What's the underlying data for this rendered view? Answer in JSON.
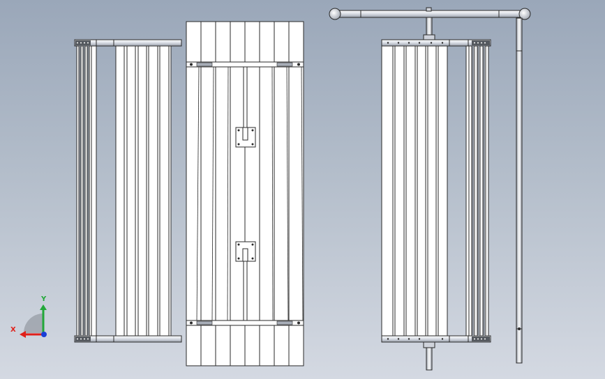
{
  "viewport": {
    "background_top": "#9aa7b9",
    "background_bottom": "#d4d9e2"
  },
  "views": [
    {
      "name": "left-side-view",
      "slat_count": 5,
      "edge_slat_count": 4
    },
    {
      "name": "front-view",
      "slat_count": 8,
      "hinge_plates": 2,
      "crossbars": 2
    },
    {
      "name": "right-view-with-bracket",
      "slat_count": 5,
      "edge_slat_count": 4,
      "has_mounting_bracket": true,
      "has_vertical_pole": true
    }
  ],
  "colors": {
    "line": "#2a2a2a",
    "fill": "#ffffff",
    "metal": "#cfd3db",
    "x_axis": "#e0201a",
    "y_axis": "#22a839",
    "z_axis": "#1a3fd6"
  },
  "triad": {
    "x_label": "X",
    "y_label": "Y"
  }
}
